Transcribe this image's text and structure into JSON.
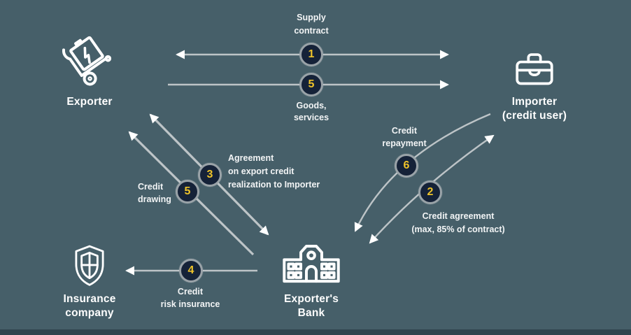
{
  "colors": {
    "background": "#465f69",
    "line": "#bdc4c7",
    "arrowhead": "#ffffff",
    "badge_fill": "#152238",
    "badge_ring": "#9aa3a8",
    "badge_number": "#eec32a",
    "text": "#ffffff"
  },
  "nodes": {
    "exporter": {
      "label": "Exporter",
      "icon": "hand-truck-box-icon"
    },
    "importer": {
      "label": "Importer",
      "sublabel": "(credit user)",
      "icon": "briefcase-icon"
    },
    "insurance": {
      "label_line1": "Insurance",
      "label_line2": "company",
      "icon": "shield-icon"
    },
    "bank": {
      "label_line1": "Exporter's",
      "label_line2": "Bank",
      "icon": "bank-building-icon"
    }
  },
  "flows": {
    "supply_contract": {
      "number": "1",
      "label_line1": "Supply",
      "label_line2": "contract",
      "direction": "both"
    },
    "goods_services": {
      "number": "5",
      "label_line1": "Goods,",
      "label_line2": "services",
      "direction": "exporter-to-importer"
    },
    "export_credit_agreement": {
      "number": "3",
      "label_line1": "Agreement",
      "label_line2": "on export credit",
      "label_line3": "realization to Importer",
      "direction": "both"
    },
    "credit_drawing": {
      "number": "5",
      "label_line1": "Credit",
      "label_line2": "drawing",
      "direction": "bank-to-exporter"
    },
    "credit_repayment": {
      "number": "6",
      "label_line1": "Credit",
      "label_line2": "repayment",
      "direction": "importer-to-bank"
    },
    "credit_agreement": {
      "number": "2",
      "label_line1": "Credit agreement",
      "label_line2": "(max, 85% of contract)",
      "direction": "both"
    },
    "credit_risk_insurance": {
      "number": "4",
      "label_line1": "Credit",
      "label_line2": "risk insurance",
      "direction": "bank-to-insurance"
    }
  }
}
